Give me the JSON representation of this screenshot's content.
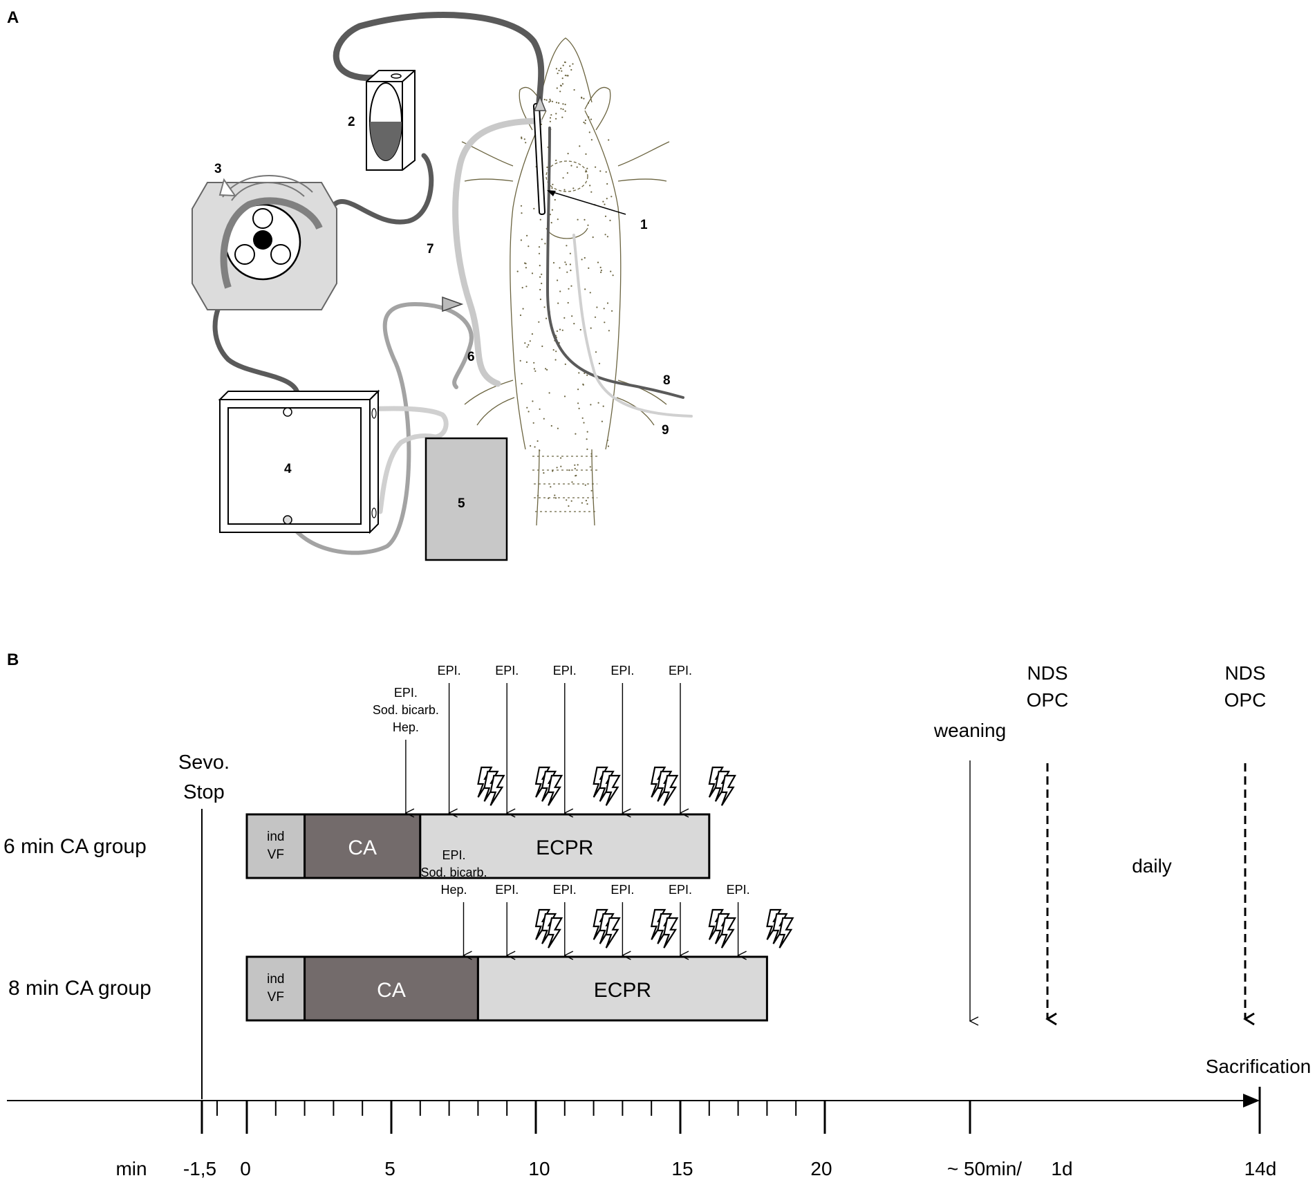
{
  "panel_a": {
    "label": "A",
    "callouts": [
      "1",
      "2",
      "3",
      "4",
      "5",
      "6",
      "7",
      "8",
      "9"
    ]
  },
  "panel_b": {
    "label": "B",
    "sevo_stop": [
      "Sevo.",
      "Stop"
    ],
    "group_6": {
      "name": "6 min CA group",
      "boxes": {
        "ind": "ind",
        "vf": "VF",
        "ca": "CA",
        "ecpr": "ECPR"
      },
      "epi_combo": [
        "EPI.",
        "Sod. bicarb.",
        "Hep."
      ],
      "epi": "EPI.",
      "epi_times": [
        7,
        9,
        11,
        13,
        15
      ],
      "combo_time": 5.5,
      "shock_times": [
        8.4,
        10.4,
        12.4,
        14.4,
        16.4
      ]
    },
    "group_8": {
      "name": "8 min CA group",
      "boxes": {
        "ind": "ind",
        "vf": "VF",
        "ca": "CA",
        "ecpr": "ECPR"
      },
      "epi_combo": [
        "EPI.",
        "Sod. bicarb.",
        "Hep."
      ],
      "epi": "EPI.",
      "epi_times": [
        9,
        11,
        13,
        15,
        17
      ],
      "combo_time": 7.5,
      "shock_times": [
        10.4,
        12.4,
        14.4,
        16.4,
        18.4
      ]
    },
    "weaning": "weaning",
    "nds_opc": [
      "NDS",
      "OPC"
    ],
    "daily": "daily",
    "sacrification": "Sacrification",
    "axis": {
      "unit": "min",
      "tick_labels": [
        "-1,5",
        "0",
        "5",
        "10",
        "15",
        "20",
        "~ 50min/",
        "1d",
        "14d"
      ]
    }
  },
  "colors": {
    "ind_box": "#c4c4c4",
    "ca_box": "#736b6b",
    "ecpr_box": "#d9d9d9",
    "tubing_dark": "#5a5a5a",
    "tubing_light": "#c9c9c9",
    "tubing_mid": "#a3a3a3"
  }
}
